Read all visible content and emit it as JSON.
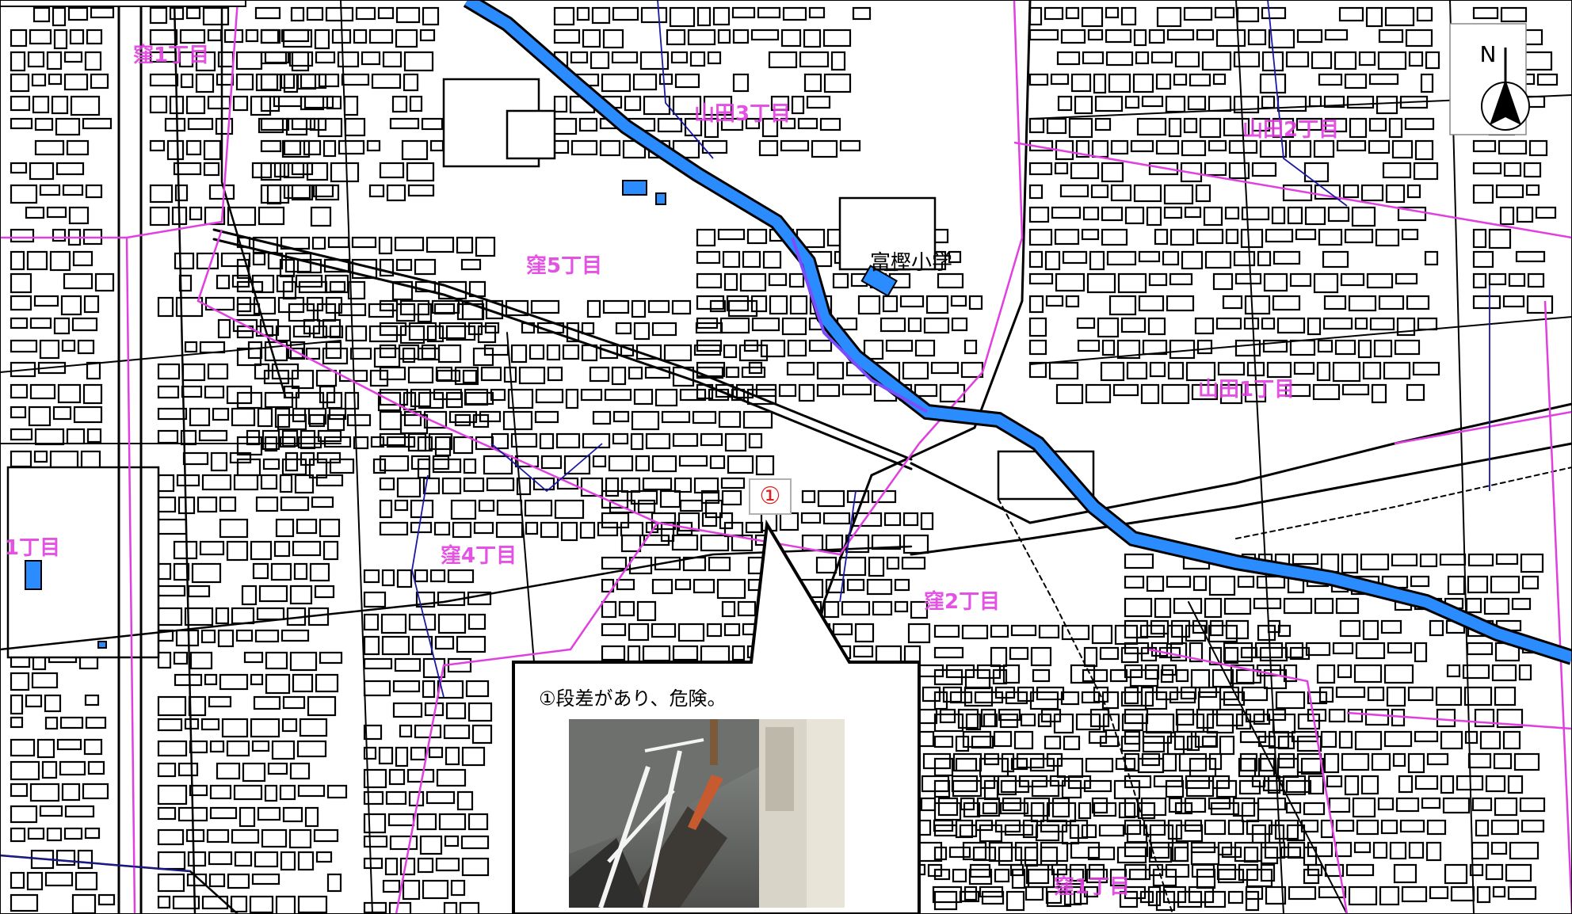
{
  "map": {
    "districts": [
      {
        "id": "d1",
        "label": "窪1丁目"
      },
      {
        "id": "d2",
        "label": "山田3丁目"
      },
      {
        "id": "d3",
        "label": "山田2丁目"
      },
      {
        "id": "d4",
        "label": "窪5丁目"
      },
      {
        "id": "d5",
        "label": "山田1丁目"
      },
      {
        "id": "d6",
        "label": "1丁目"
      },
      {
        "id": "d7",
        "label": "窪4丁目"
      },
      {
        "id": "d8",
        "label": "窪2丁目"
      },
      {
        "id": "d9",
        "label": "窪1丁目"
      }
    ],
    "school_label": "富樫小学",
    "north_label": "N",
    "marker_label": "①",
    "callout_text": "①段差があり、危険。"
  },
  "colors": {
    "road": "#000000",
    "boundary": "#e040e0",
    "water": "#2a8cff",
    "minor_line": "#1a1aa0"
  }
}
